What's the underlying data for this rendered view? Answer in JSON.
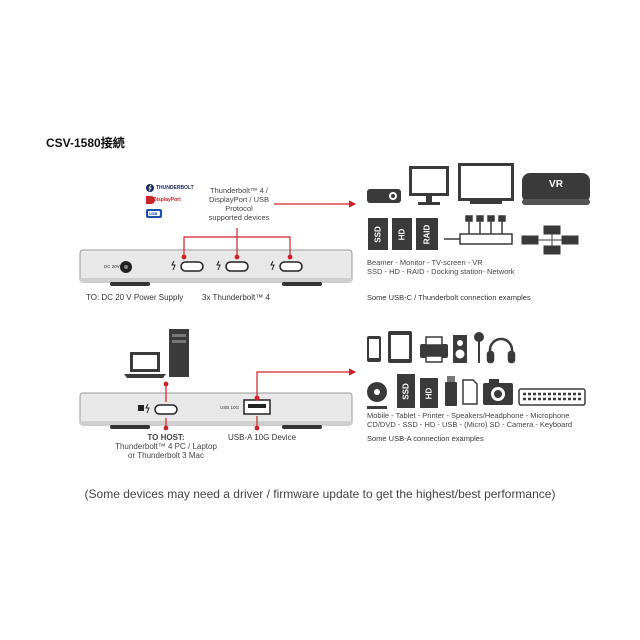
{
  "title": "CSV-1580接続",
  "logos": {
    "thunderbolt": "THUNDERBOLT",
    "displayport": "DisplayPort",
    "usb": "USB"
  },
  "top_panel": {
    "protocol_label": [
      "Thunderbolt™ 4 /",
      "DisplayPort / USB",
      "Protocol",
      "supported devices"
    ],
    "dc_port_label": "DC 20V",
    "power_caption": "TO: DC 20 V Power Supply",
    "ports_caption": "3x Thunderbolt™ 4",
    "device_text": [
      "SSD",
      "HD",
      "RAID",
      "VR"
    ],
    "device_line1": "Beamer - Monitor - TV-screen - VR",
    "device_line2": "SSD - HD - RAID - Docking station- Network",
    "examples_caption": "Some USB-C / Thunderbolt connection examples"
  },
  "bottom_panel": {
    "usb_port_label": "USB 10G",
    "host_bold": "TO HOST:",
    "host_line1": "Thunderbolt™ 4 PC / Laptop",
    "host_line2": "or Thunderbolt 3 Mac",
    "usb_caption": "USB-A 10G Device",
    "device_text": [
      "SSD",
      "HD"
    ],
    "device_line1": "Mobile - Tablet - Printer - Speakers/Headphone - Microphone",
    "device_line2": "CD/DVD - SSD - HD - USB - (Micro) SD - Camera - Keyboard",
    "examples_caption": "Some USB-A connection examples"
  },
  "footnote": "(Some devices may need a driver / firmware update to get the highest/best performance)",
  "colors": {
    "accent": "#d0202a",
    "dark_device": "#3a3a3a",
    "hub_body": "#e6e6e6"
  }
}
